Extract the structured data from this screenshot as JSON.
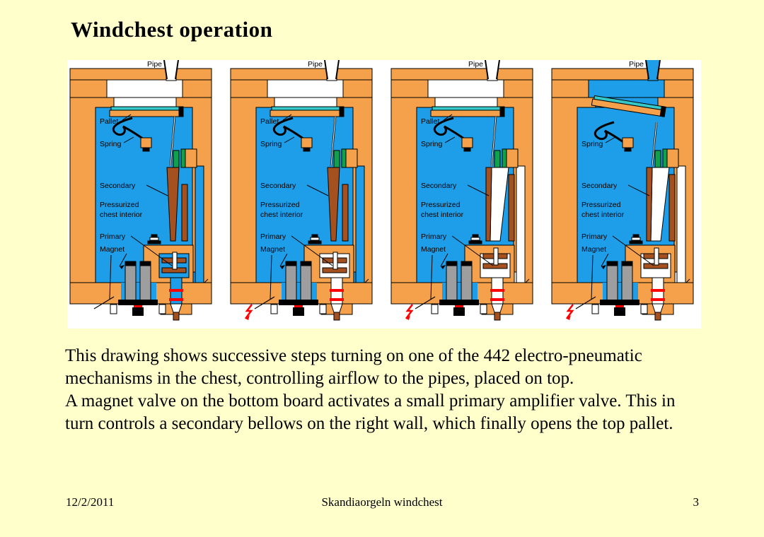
{
  "slide": {
    "title": "Windchest operation",
    "body_lines": [
      "This drawing shows successive steps turning on one of the 442 electro-pneumatic",
      "mechanisms in the chest, controlling airflow to the pipes, placed on top.",
      "A magnet valve on the bottom board activates a small primary amplifier valve. This in",
      "turn controls a secondary bellows on the right wall, which finally opens the top pallet."
    ],
    "footer": {
      "date": "12/2/2011",
      "center": "Skandiaorgeln windchest",
      "page": "3"
    },
    "background_color": "#FFFFCC"
  },
  "diagram": {
    "colors": {
      "orange": "#F5A04A",
      "blue": "#1E9EE8",
      "brown": "#A5511F",
      "teal": "#35C8C8",
      "green": "#0FA14C",
      "gray": "#9E9E9E",
      "red": "#FF0000",
      "white": "#FFFFFF",
      "outline": "#000000"
    },
    "labels": {
      "pipe": "Pipe",
      "pallet": "Pallet",
      "spring": "Spring",
      "secondary": "Secondary",
      "pressurized_1": "Pressurized",
      "pressurized_2": "chest interior",
      "primary": "Primary",
      "magnet": "Magnet"
    },
    "panels": [
      {
        "name": "step-1-at-rest",
        "magnet_energized": false,
        "primary_vented": false,
        "secondary_open": false,
        "pallet_open": false,
        "show_pallet_label": true
      },
      {
        "name": "step-2-magnet-energized",
        "magnet_energized": true,
        "primary_vented": true,
        "secondary_open": false,
        "pallet_open": false,
        "show_pallet_label": true
      },
      {
        "name": "step-3-primary-valve-open",
        "magnet_energized": true,
        "primary_vented": true,
        "secondary_open": true,
        "pallet_open": false,
        "show_pallet_label": true
      },
      {
        "name": "step-4-pallet-open",
        "magnet_energized": true,
        "primary_vented": true,
        "secondary_open": true,
        "pallet_open": true,
        "show_pallet_label": false
      }
    ]
  }
}
